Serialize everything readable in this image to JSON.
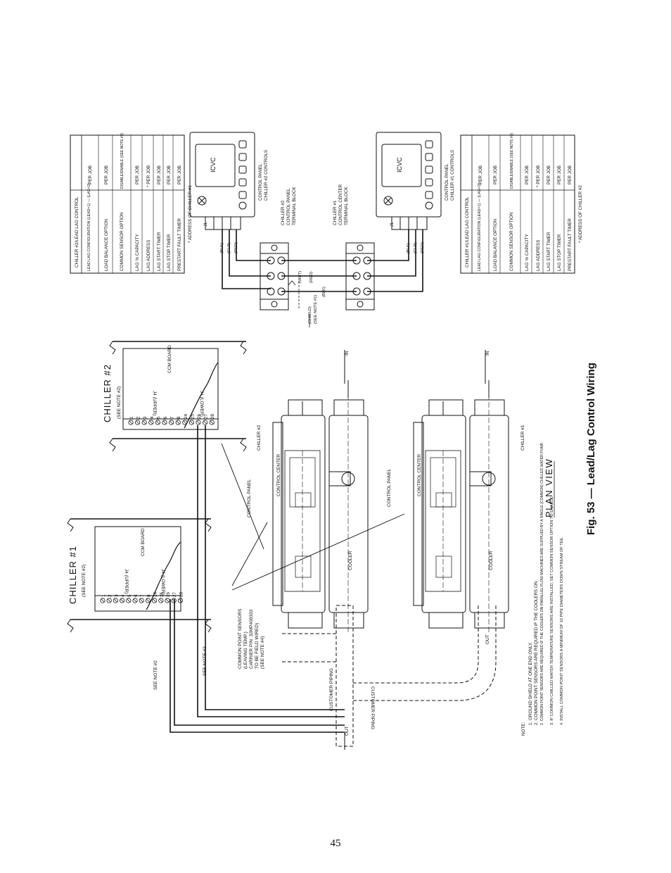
{
  "figure": {
    "caption": "Fig. 53 — Lead/Lag Control Wiring"
  },
  "page_number": "45",
  "view_title": "PLAN VIEW",
  "chiller1": {
    "title": "CHILLER #1",
    "see_note": "(SEE NOTE #2)",
    "board": "CCM BOARD",
    "j4_upper": "J4 (UPPER)",
    "j4_lower": "J4 (LOWER)",
    "terminals": [
      "1",
      "2",
      "3",
      "4",
      "5",
      "6",
      "7",
      "8",
      "24",
      "25",
      "26",
      "27",
      "28"
    ]
  },
  "chiller2": {
    "title": "CHILLER #2",
    "see_note": "(SEE NOTE #2)",
    "board": "CCM BOARD",
    "j4_upper": "J4 (UPPER)",
    "j4_lower": "J4 (LOWER)",
    "terminals": [
      "1",
      "2",
      "3",
      "4",
      "5",
      "6",
      "7",
      "8",
      "24",
      "25",
      "26",
      "27",
      "28"
    ]
  },
  "callouts": {
    "see_note_2a": "SEE NOTE #2",
    "see_note_2b": "SEE NOTE #2",
    "common_point_sensors": [
      "COMMON POINT SENSORS",
      "(LEAVING TEMP.)",
      "CARRIER P/N: 32MP400333",
      "TO BE FIELD WIRED)",
      "(SEE NOTE #4)"
    ],
    "customer_piping_a": "CUSTOMER PIPING",
    "customer_piping_b": "CUSTOMER PIPING",
    "control_panel_a": "CONTROL PANEL",
    "control_panel_b": "CONTROL PANEL",
    "control_center_a": "CONTROL CENTER",
    "control_center_b": "CONTROL CENTER",
    "cooler_a": "COOLER",
    "cooler_b": "COOLER",
    "chiller_1_label": "CHILLER #1",
    "chiller_2_label": "CHILLER #2",
    "out": "OUT",
    "in": "IN",
    "shield": [
      "(SHIELD)",
      "(SEE NOTE #1)"
    ]
  },
  "notes": {
    "heading": "NOTE:",
    "items": [
      "1. GROUND SHIELD AT ONE END ONLY.",
      "2. COMMON POINT SENSORS ARE REQUIRED IF THE COOLERS ON PARALLEL FLOW MACHINES ARE SUPPLIED BY A SINGLE (COMMON) CHILLED WATER PUMP.",
      "3. IF COMMON CHILLED WATER TEMPERATURE SENSORS ARE INSTALLED, SET COMMON SENSOR OPTION TO ENABLE.",
      "4. INSTALL COMMON POINT SENSORS A MINIMUM OF 10 PIPE DIAMETERS DOWN STREAM OF TEE."
    ]
  },
  "table_chiller2": {
    "title": "CHILLER #2/LEAD LAG CONTROL",
    "rows": [
      [
        "LEAD LAG CONFIGURATION (LEAD=1) — (LAG=2)",
        "PER JOB"
      ],
      [
        "LOAD BALANCE OPTION",
        "PER JOB"
      ],
      [
        "COMMON SENSOR OPTION",
        "DISABLE/ENABLE (SEE NOTE #3)"
      ],
      [
        "LAG % CAPACITY",
        "PER JOB"
      ],
      [
        "LAG ADDRESS",
        "* PER JOB"
      ],
      [
        "LAG START TIMER",
        "PER JOB"
      ],
      [
        "LAG STOP TIMER",
        "PER JOB"
      ],
      [
        "PRESTART FAULT TIMER",
        "PER JOB"
      ]
    ],
    "footnote": "* ADDRESS OF CHILLER #1"
  },
  "table_chiller1": {
    "title": "CHILLER #1/LEAD LAG CONTROL",
    "rows": [
      [
        "LEAD LAG CONFIGURATION (LEAD=1) — (LAG=2)",
        "PER JOB"
      ],
      [
        "LOAD BALANCE OPTION",
        "PER JOB"
      ],
      [
        "COMMON SENSOR OPTION",
        "DISABLE/ENABLE (SEE NOTE #3)"
      ],
      [
        "LAG % CAPACITY",
        "PER JOB"
      ],
      [
        "LAG ADDRESS",
        "* PER JOB"
      ],
      [
        "LAG START TIMER",
        "PER JOB"
      ],
      [
        "LAG STOP TIMER",
        "PER JOB"
      ],
      [
        "PRESTART FAULT TIMER",
        "PER JOB"
      ]
    ],
    "footnote": "* ADDRESS OF CHILLER #2"
  },
  "panel2": {
    "icvc": "ICVC",
    "panel_label": [
      "CONTROL PANEL",
      "CHILLER #2 CONTROLS"
    ],
    "terminal_block": [
      "CHILLER #2",
      "CONTROL PANEL",
      "TERMINAL BLOCK"
    ],
    "j1": "J1",
    "pins": [
      "5",
      "3",
      "2",
      "1"
    ],
    "pin_signs": [
      "-",
      "G",
      "+"
    ],
    "wires": [
      "(BLK)",
      "(CLR)",
      "(RED)"
    ],
    "block_numbers": [
      "3",
      "2",
      "1"
    ]
  },
  "panel1": {
    "icvc": "ICVC",
    "panel_label": [
      "CONTROL PANEL",
      "CHILLER #1 CONTROLS"
    ],
    "terminal_block": [
      "CHILLER #1",
      "CONTROL CENTER",
      "TERMINAL BLOCK"
    ],
    "j1": "J1",
    "pins": [
      "5",
      "3",
      "2",
      "1"
    ],
    "pin_signs": [
      "-",
      "G",
      "+"
    ],
    "wires": [
      "(BLK)",
      "(CLR)",
      "(RED)"
    ],
    "block_numbers": [
      "-",
      "G",
      "+"
    ]
  },
  "bus_wires": [
    "(RED)",
    "(WHT)",
    "(BLK)"
  ]
}
